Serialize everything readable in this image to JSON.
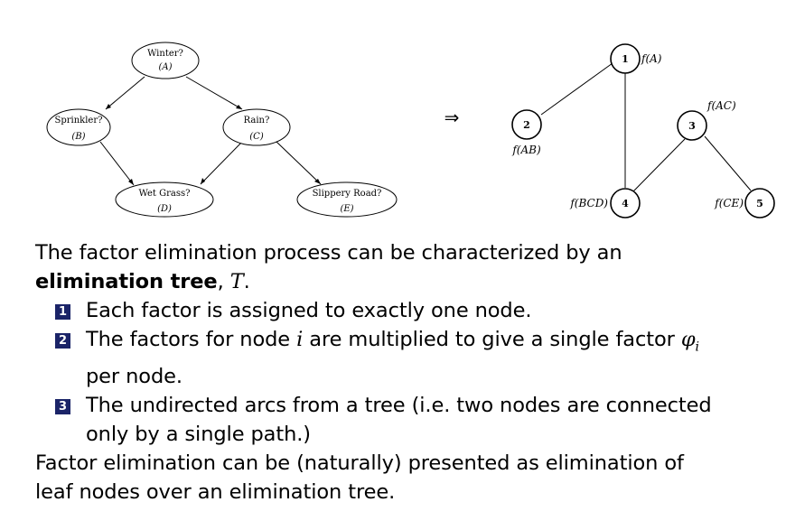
{
  "bayes_net": {
    "nodes": {
      "A": {
        "name": "Winter?",
        "var": "(A)"
      },
      "B": {
        "name": "Sprinkler?",
        "var": "(B)"
      },
      "C": {
        "name": "Rain?",
        "var": "(C)"
      },
      "D": {
        "name": "Wet Grass?",
        "var": "(D)"
      },
      "E": {
        "name": "Slippery Road?",
        "var": "(E)"
      }
    },
    "edges": [
      [
        "A",
        "B"
      ],
      [
        "A",
        "C"
      ],
      [
        "B",
        "D"
      ],
      [
        "C",
        "D"
      ],
      [
        "C",
        "E"
      ]
    ]
  },
  "arrow": "⇒",
  "elimination_tree": {
    "nodes": {
      "1": {
        "label": "1",
        "factor": "f(A)"
      },
      "2": {
        "label": "2",
        "factor": "f(AB)"
      },
      "3": {
        "label": "3",
        "factor": "f(AC)"
      },
      "4": {
        "label": "4",
        "factor": "f(BCD)"
      },
      "5": {
        "label": "5",
        "factor": "f(CE)"
      }
    },
    "edges": [
      [
        "1",
        "2"
      ],
      [
        "1",
        "4"
      ],
      [
        "3",
        "4"
      ],
      [
        "3",
        "5"
      ]
    ]
  },
  "text": {
    "intro_line1": "The factor elimination process can be characterized by an",
    "intro_bold": "elimination tree",
    "intro_symbol": "T",
    "intro_end": ".",
    "items": [
      {
        "number": "1",
        "text": "Each factor is assigned to exactly one node."
      },
      {
        "number": "2",
        "text_before": "The factors for node ",
        "italic_i": "i",
        "text_after": " are multiplied to give a single factor ",
        "phi": "φ",
        "phi_sub": "i",
        "line2": "per node."
      },
      {
        "number": "3",
        "text": "The undirected arcs from a tree (i.e. two nodes are connected",
        "line2": "only by a single path.)"
      }
    ],
    "closing_line1": "Factor elimination can be (naturally) presented as elimination of",
    "closing_line2": "leaf nodes over an elimination tree."
  }
}
